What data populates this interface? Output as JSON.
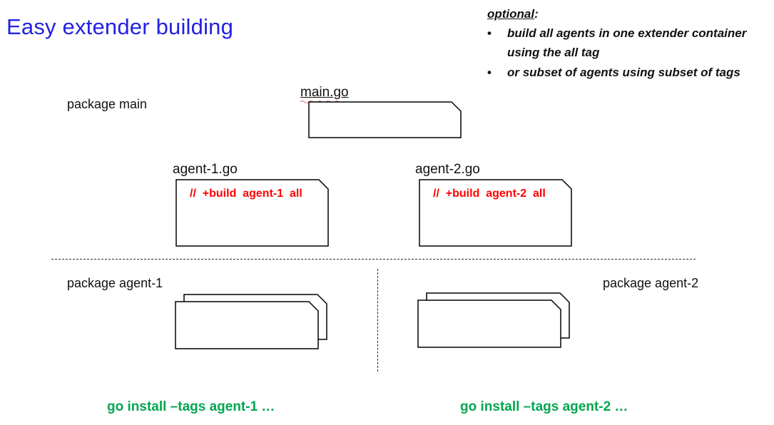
{
  "colors": {
    "title_blue": "#2222E2",
    "code_red": "#FF0000",
    "command_green": "#00A64F",
    "spellcheck_red": "#E57F7F"
  },
  "title": "Easy extender building",
  "notes": {
    "heading": "optional",
    "heading_suffix": ":",
    "bullets": [
      {
        "marker": "•",
        "text": "build all agents in one extender container using the all tag"
      },
      {
        "marker": "•",
        "text": "or subset of agents using subset of tags"
      }
    ]
  },
  "packages": {
    "main_label": "package main",
    "agent1_label": "package agent-1",
    "agent2_label": "package agent-2"
  },
  "files": {
    "main": {
      "name": "main.go"
    },
    "agent1": {
      "name": "agent-1.go",
      "code": "//  +build  agent-1  all"
    },
    "agent2": {
      "name": "agent-2.go",
      "code": "//  +build  agent-2  all"
    }
  },
  "commands": {
    "agent1": "go install –tags agent-1 …",
    "agent2": "go install –tags agent-2 …"
  }
}
